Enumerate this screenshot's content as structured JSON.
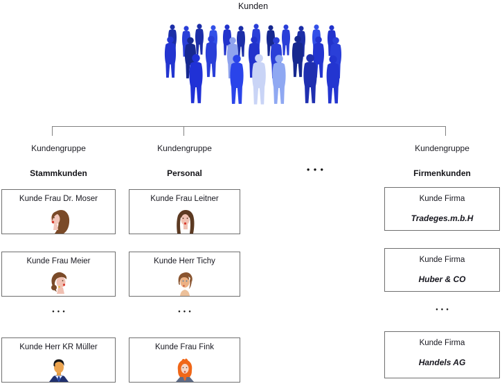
{
  "title": "Kunden",
  "groups": [
    {
      "label": "Kundengruppe",
      "name": "Stammkunden"
    },
    {
      "label": "Kundengruppe",
      "name": "Personal"
    },
    {
      "label": "Kundengruppe",
      "name": "Firmenkunden"
    }
  ],
  "columns": [
    {
      "cards": [
        {
          "title": "Kunde Frau Dr. Moser",
          "avatar": "woman-long-brown-hair-avatar"
        },
        {
          "title": "Kunde Frau Meier",
          "avatar": "woman-updo-hair-avatar"
        },
        {
          "title": "Kunde Herr KR Müller",
          "avatar": "man-dark-hair-suit-avatar"
        }
      ]
    },
    {
      "cards": [
        {
          "title": "Kunde Frau Leitner",
          "avatar": "woman-dark-long-hair-avatar"
        },
        {
          "title": "Kunde Herr Tichy",
          "avatar": "man-brown-hair-avatar"
        },
        {
          "title": "Kunde Frau Fink",
          "avatar": "woman-red-hair-avatar"
        }
      ]
    },
    {
      "cards": [
        {
          "title": "Kunde Firma",
          "subtitle": "Tradeges.m.b.H"
        },
        {
          "title": "Kunde Firma",
          "subtitle": "Huber & CO"
        },
        {
          "title": "Kunde Firma",
          "subtitle": "Handels AG"
        }
      ]
    }
  ],
  "icons": {
    "ellipsis": "●●●",
    "crowd": "crowd-of-people"
  },
  "colors": {
    "crowd_blue_dark": "#16288f",
    "crowd_blue": "#2a3fd8",
    "crowd_blue_light": "#8fa3ee",
    "crowd_blue_pale": "#c9d4f6",
    "connector_gray": "#808080",
    "text": "#1b1b22"
  }
}
